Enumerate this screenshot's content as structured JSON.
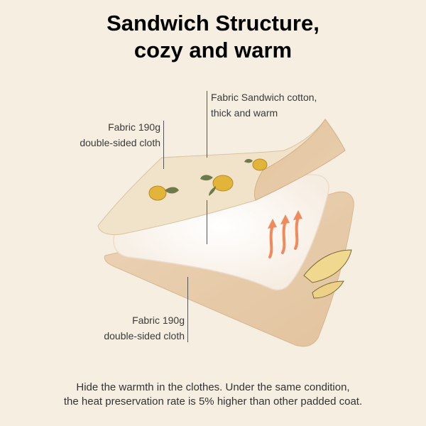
{
  "title": {
    "line1": "Sandwich Structure,",
    "line2": "cozy and warm"
  },
  "labels": {
    "middle": {
      "line1": "Fabric Sandwich cotton,",
      "line2": "thick and warm"
    },
    "top": {
      "line1": "Fabric 190g",
      "line2": "double-sided cloth"
    },
    "bottom": {
      "line1": "Fabric 190g",
      "line2": "double-sided cloth"
    }
  },
  "footer": {
    "line1": "Hide the warmth in the clothes. Under the same condition,",
    "line2": "the heat preservation rate is 5% higher than other padded coat."
  },
  "colors": {
    "background": "#f5eee1",
    "top_fabric": "#f1e3c9",
    "top_fabric_back": "#e5c7a3",
    "padding": "#fdf9f4",
    "bottom_fabric": "#e7cba9",
    "lemon": "#e2b53a",
    "leaf": "#6f7a4a",
    "heat_arrow": "#f08a5b"
  }
}
